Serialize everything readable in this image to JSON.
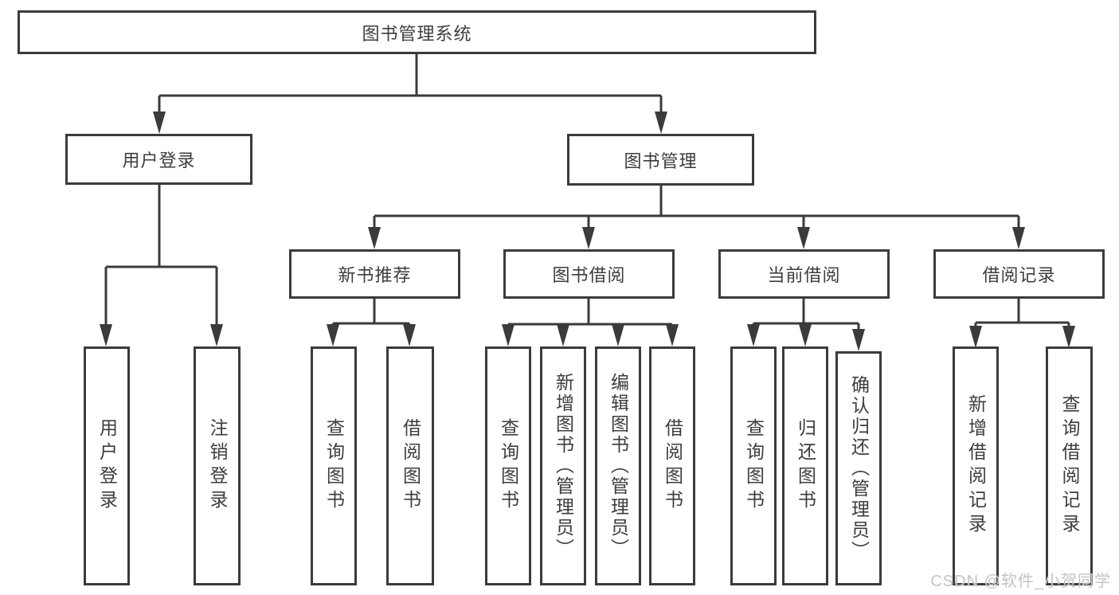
{
  "diagram": {
    "title": "图书管理系统",
    "level1": {
      "login": "用户登录",
      "book_mgmt": "图书管理"
    },
    "level2": {
      "new_books": "新书推荐",
      "borrowing": "图书借阅",
      "current_borrow": "当前借阅",
      "borrow_records": "借阅记录"
    },
    "leaves": {
      "login": [
        "用户登录",
        "注销登录"
      ],
      "new_books": [
        "查询图书",
        "借阅图书"
      ],
      "borrowing": [
        "查询图书",
        "新增图书（管理员）",
        "编辑图书（管理员）",
        "借阅图书"
      ],
      "current_borrow": [
        "查询图书",
        "归还图书",
        "确认归还（管理员）"
      ],
      "borrow_records": [
        "新增借阅记录",
        "查询借阅记录"
      ]
    },
    "colors": {
      "line": "#3b3b3b",
      "box_border": "#3b3b3b",
      "text": "#3d3d3d",
      "background": "#ffffff",
      "watermark": "#c3c3c3"
    }
  },
  "watermark": "CSDN @软件_小贺同学"
}
